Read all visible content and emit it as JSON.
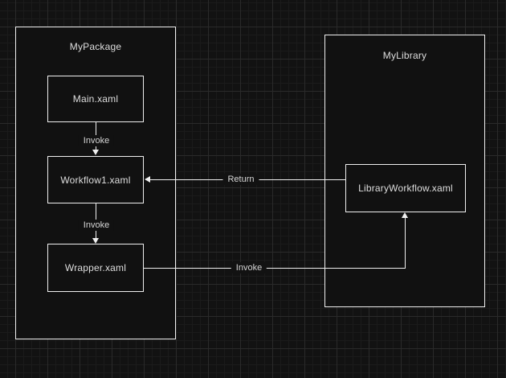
{
  "diagram": {
    "packages": [
      {
        "id": "mypackage",
        "title": "MyPackage"
      },
      {
        "id": "mylibrary",
        "title": "MyLibrary"
      }
    ],
    "nodes": [
      {
        "id": "main",
        "label": "Main.xaml",
        "package": "MyPackage"
      },
      {
        "id": "workflow1",
        "label": "Workflow1.xaml",
        "package": "MyPackage"
      },
      {
        "id": "wrapper",
        "label": "Wrapper.xaml",
        "package": "MyPackage"
      },
      {
        "id": "libraryworkflow",
        "label": "LibraryWorkflow.xaml",
        "package": "MyLibrary"
      }
    ],
    "edges": [
      {
        "label": "Invoke",
        "from": "Main.xaml",
        "to": "Workflow1.xaml",
        "direction": "down"
      },
      {
        "label": "Invoke",
        "from": "Workflow1.xaml",
        "to": "Wrapper.xaml",
        "direction": "down"
      },
      {
        "label": "Return",
        "from": "LibraryWorkflow.xaml",
        "to": "Workflow1.xaml",
        "direction": "left"
      },
      {
        "label": "Invoke",
        "from": "Wrapper.xaml",
        "to": "LibraryWorkflow.xaml",
        "direction": "right-then-up"
      }
    ],
    "colors": {
      "canvas_background": "#121212",
      "grid_minor": "#1b1b1b",
      "grid_major": "#2a2a2a",
      "shape_fill": "#111111",
      "shape_border": "#f0f0f0",
      "text": "#dedede"
    }
  }
}
